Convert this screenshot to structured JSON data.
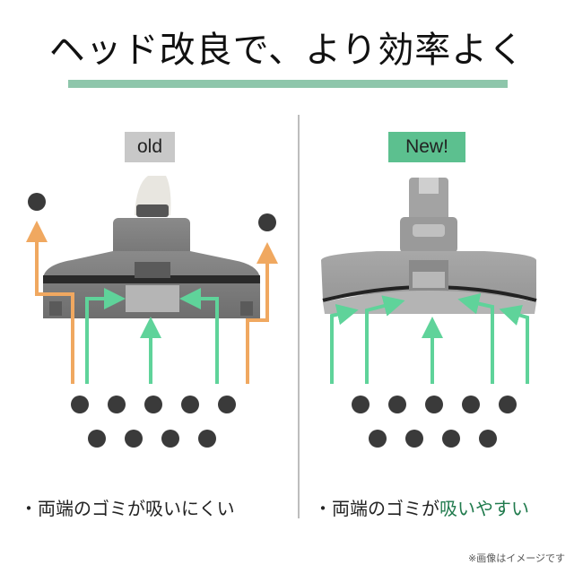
{
  "header": {
    "title": "ヘッド改良で、より効率よく",
    "underline_color": "#8ec6ab"
  },
  "panels": {
    "old": {
      "badge": "old",
      "badge_color": "#c8c8c8",
      "caption_prefix": "・両端のゴミが",
      "caption_highlight": "吸いにくい",
      "caption_highlight_color": "#222222"
    },
    "new": {
      "badge": "New!",
      "badge_color": "#5cc08f",
      "caption_prefix": "・両端のゴミが",
      "caption_highlight": "吸いやすい",
      "caption_highlight_color": "#1f7a4c"
    }
  },
  "colors": {
    "suction_arrow": "#5fd39a",
    "missed_arrow": "#f0a860",
    "debris_dot": "#3a3a3a",
    "divider": "#bdbdbd"
  },
  "footnote": "※画像はイメージです"
}
